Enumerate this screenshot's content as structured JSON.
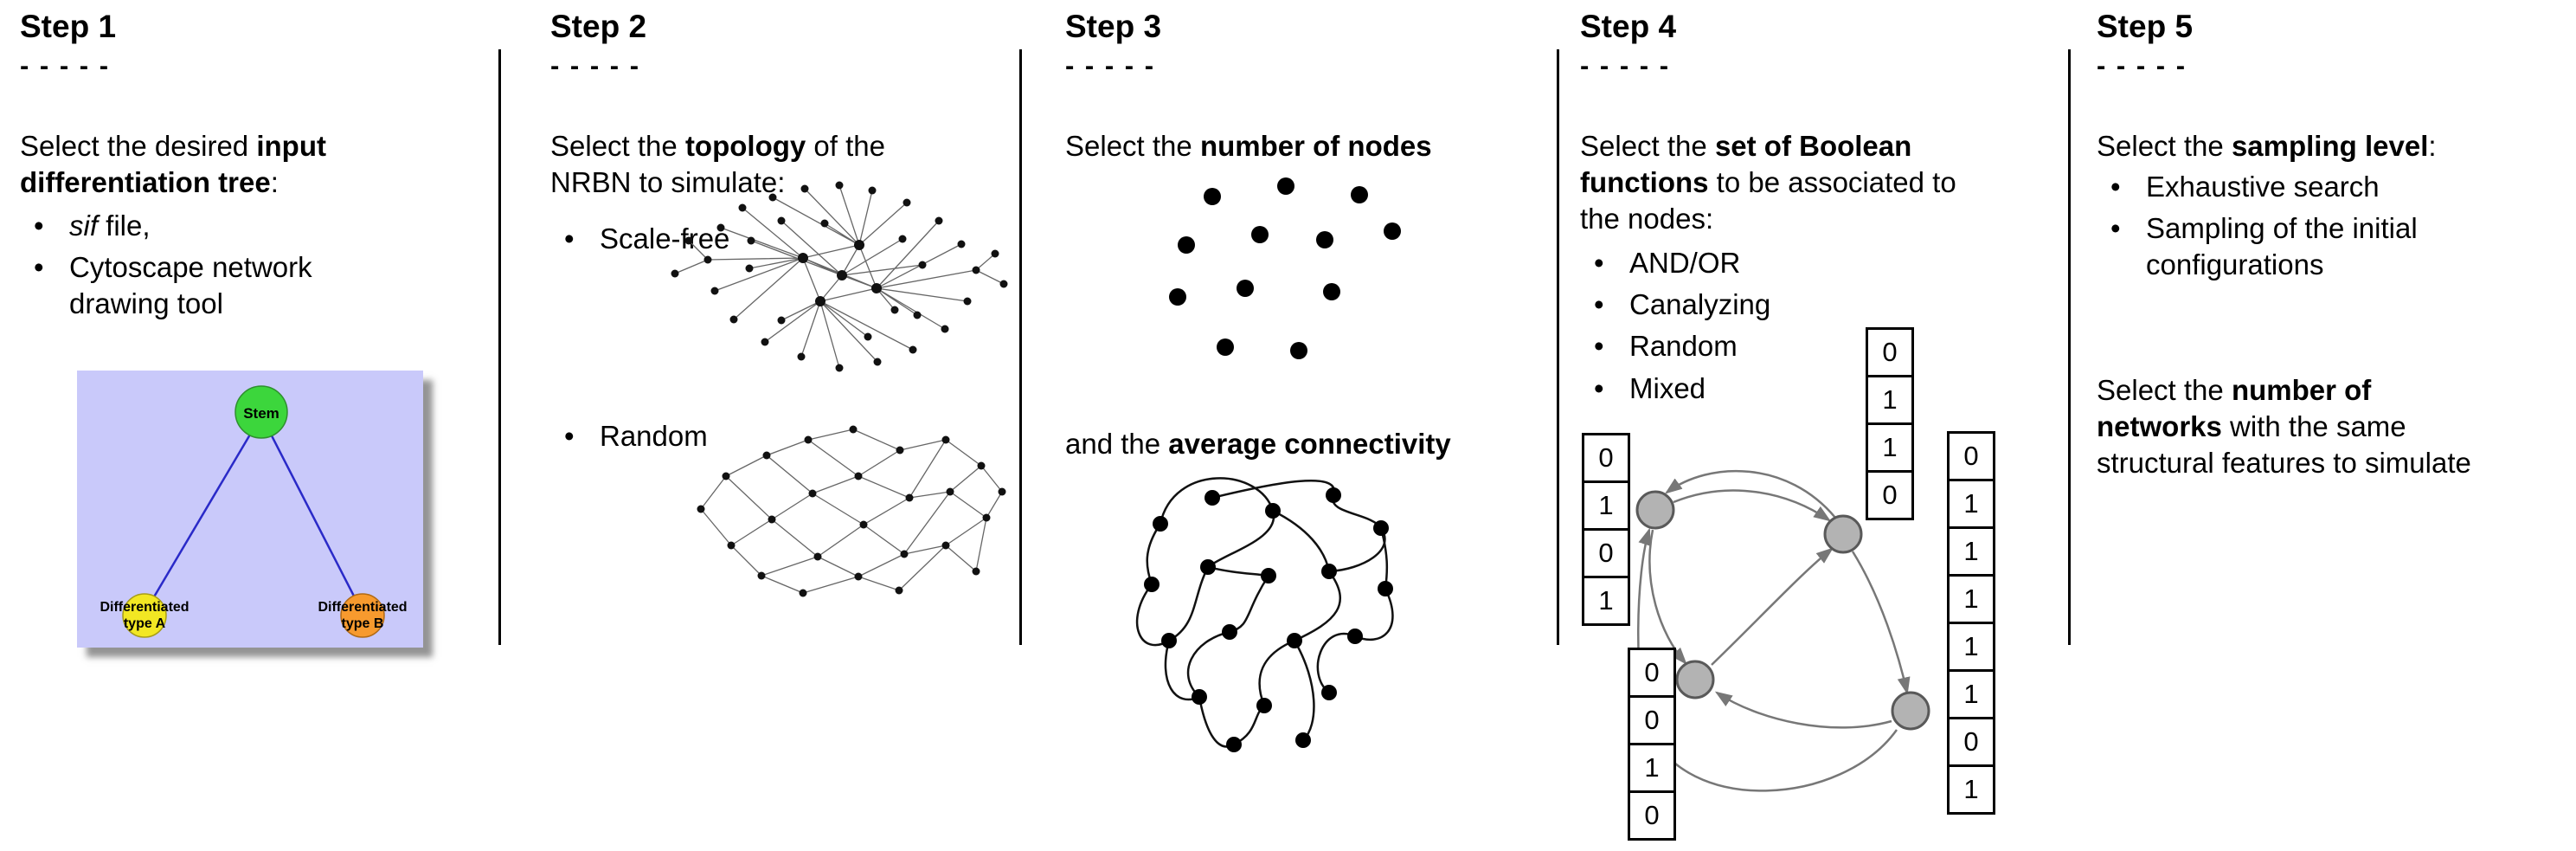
{
  "page": {
    "background": "#ffffff"
  },
  "steps": [
    {
      "title": "Step 1",
      "dashes": "- - - - -",
      "intro": [
        "Select the desired ",
        "input",
        "differentiation tree",
        ":"
      ],
      "bullets": [
        {
          "italic": "sif",
          "text": " file,"
        },
        {
          "text": "Cytoscape network drawing tool"
        }
      ],
      "tree": {
        "root_label": "Stem",
        "left_label_1": "Differentiated",
        "left_label_2": "type A",
        "right_label_1": "Differentiated",
        "right_label_2": "type B",
        "colors": {
          "panel": "#c9c9fa",
          "root": "#3cd63c",
          "left": "#f2e723",
          "right": "#f79a2e",
          "edge": "#2a2ac8"
        }
      }
    },
    {
      "title": "Step 2",
      "dashes": "- - - - -",
      "intro": [
        "Select the ",
        "topology",
        " of the",
        "NRBN to simulate:"
      ],
      "bullets": [
        {
          "text": "Scale-free"
        },
        {
          "text": "Random"
        }
      ]
    },
    {
      "title": "Step 3",
      "dashes": "- - - - -",
      "line1": [
        "Select the ",
        "number of nodes"
      ],
      "line2": [
        "and the ",
        "average connectivity"
      ]
    },
    {
      "title": "Step 4",
      "dashes": "- - - - -",
      "intro": [
        "Select the ",
        "set of Boolean",
        "functions",
        " to be associated to",
        "the nodes:"
      ],
      "bullets": [
        {
          "text": "AND/OR"
        },
        {
          "text": "Canalyzing"
        },
        {
          "text": "Random"
        },
        {
          "text": "Mixed"
        }
      ],
      "truth_tables": {
        "top": [
          "0",
          "1",
          "1",
          "0"
        ],
        "left": [
          "0",
          "1",
          "0",
          "1"
        ],
        "bottom_left": [
          "0",
          "0",
          "1",
          "0"
        ],
        "right": [
          "0",
          "1",
          "1",
          "1",
          "1",
          "1",
          "0",
          "1"
        ]
      }
    },
    {
      "title": "Step 5",
      "dashes": "- - - - -",
      "intro": [
        "Select the ",
        "sampling level",
        ":"
      ],
      "bullets": [
        {
          "text": "Exhaustive search"
        },
        {
          "text": "Sampling of the initial configurations"
        }
      ],
      "line2": [
        "Select the ",
        "number of",
        "networks",
        " with the same",
        "structural features to simulate"
      ]
    }
  ]
}
